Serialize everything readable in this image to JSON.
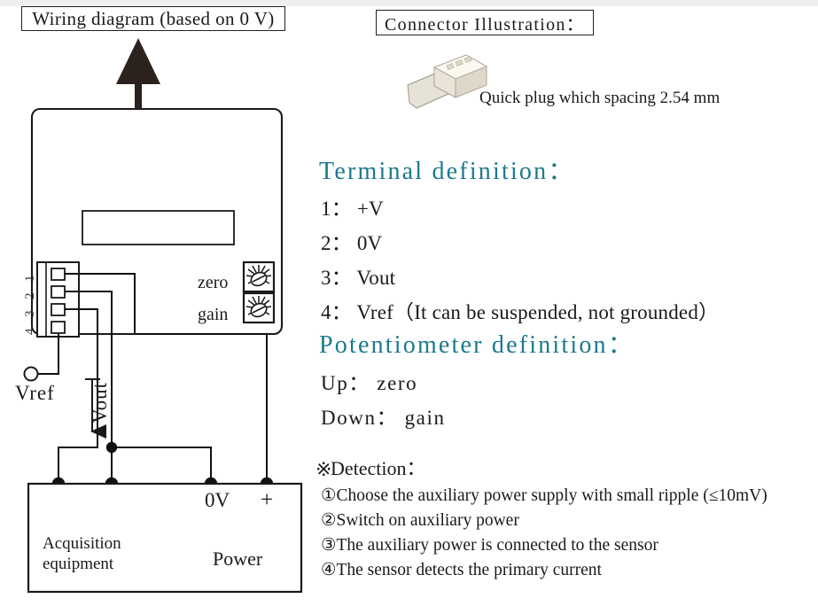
{
  "captions": {
    "wiring": "Wiring diagram (based on 0 V)",
    "connector": "Connector Illustration："
  },
  "connector": {
    "photo_alt": "quick-plug-photo",
    "label": "Quick plug which spacing 2.54 mm"
  },
  "terminal": {
    "heading": "Terminal definition：",
    "items": [
      "1： +V",
      "2： 0V",
      "3： Vout",
      "4： Vref（It can be suspended, not grounded）"
    ]
  },
  "potentiometer": {
    "heading": "Potentiometer definition：",
    "items": [
      "Up： zero",
      "Down： gain"
    ]
  },
  "detection": {
    "mark": "※",
    "heading": "Detection：",
    "items": [
      "①Choose the auxiliary power supply with small ripple (≤10mV)",
      "②Switch on auxiliary power",
      "③The auxiliary power is connected to the sensor",
      "④The sensor detects the primary current"
    ]
  },
  "schematic": {
    "sensor": {
      "pot_labels": [
        "zero",
        "gain"
      ],
      "pin_numbers": [
        "1",
        "2",
        "3",
        "4"
      ]
    },
    "labels": {
      "vref": "Vref",
      "vout": "Vout",
      "zerovolt": "0V",
      "plus": "+",
      "acquisition_line1": "Acquisition",
      "acquisition_line2": "equipment",
      "power": "Power"
    }
  },
  "colors": {
    "teal_heading": "#1c7a8c",
    "ink": "#1a1a1a",
    "wire": "#111111",
    "plug_body": "#efeae0",
    "plug_shadow": "#c9c2b4",
    "plug_pin": "#d8d4cb"
  }
}
